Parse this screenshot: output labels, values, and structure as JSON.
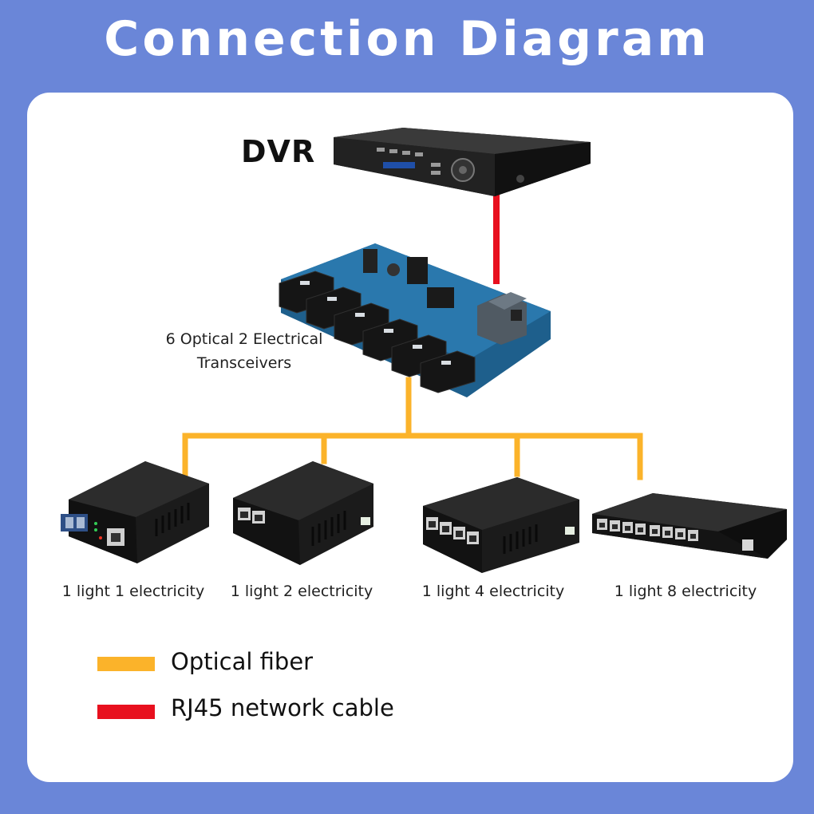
{
  "title": "Connection Diagram",
  "dvr": {
    "label": "DVR"
  },
  "transceiver": {
    "label_line1": "6 Optical 2 Electrical",
    "label_line2": "Transceivers"
  },
  "devices": [
    {
      "label": "1 light 1 electricity",
      "ports": 1
    },
    {
      "label": "1 light 2 electricity",
      "ports": 2
    },
    {
      "label": "1 light 4 electricity",
      "ports": 4
    },
    {
      "label": "1 light 8 electricity",
      "ports": 8
    }
  ],
  "legend": [
    {
      "label": "Optical fiber",
      "color": "#fbb32a"
    },
    {
      "label": "RJ45 network cable",
      "color": "#e8101e"
    }
  ],
  "colors": {
    "background": "#6a86d8",
    "panel": "#ffffff",
    "fiber": "#fbb32a",
    "rj45": "#e8101e",
    "device_body": "#1b1b1b",
    "board": "#1e5f8c"
  }
}
